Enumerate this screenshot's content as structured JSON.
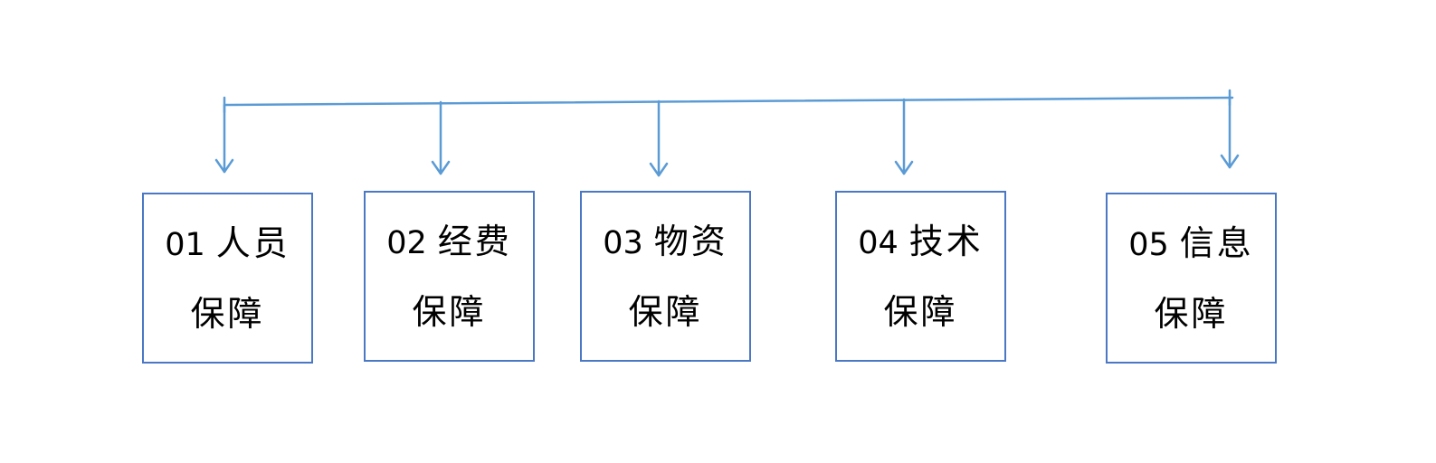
{
  "colors": {
    "stroke": "#5b9bd5",
    "box_border": "#4a78c4",
    "text": "#000000"
  },
  "boxes": [
    {
      "number": "01",
      "title": "人员",
      "subtitle": "保障"
    },
    {
      "number": "02",
      "title": "经费",
      "subtitle": "保障"
    },
    {
      "number": "03",
      "title": "物资",
      "subtitle": "保障"
    },
    {
      "number": "04",
      "title": "技术",
      "subtitle": "保障"
    },
    {
      "number": "05",
      "title": "信息",
      "subtitle": "保障"
    }
  ]
}
